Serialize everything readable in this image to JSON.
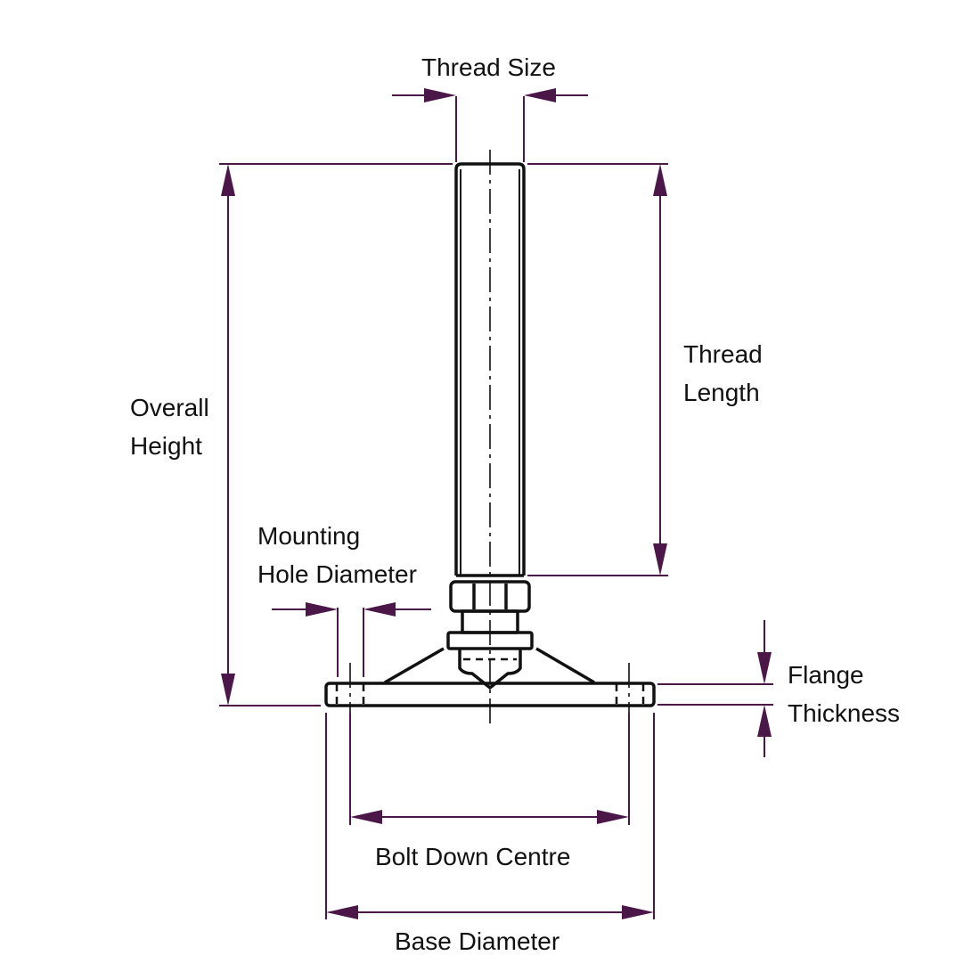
{
  "labels": {
    "thread_size": "Thread Size",
    "overall_height": [
      "Overall",
      "Height"
    ],
    "thread_length": [
      "Thread",
      "Length"
    ],
    "mounting_hole_diameter": [
      "Mounting",
      "Hole Diameter"
    ],
    "flange_thickness": [
      "Flange",
      "Thickness"
    ],
    "bolt_down_centre": "Bolt Down Centre",
    "base_diameter": "Base Diameter"
  },
  "colors": {
    "dimension": "#4a1748",
    "part": "#111111"
  }
}
